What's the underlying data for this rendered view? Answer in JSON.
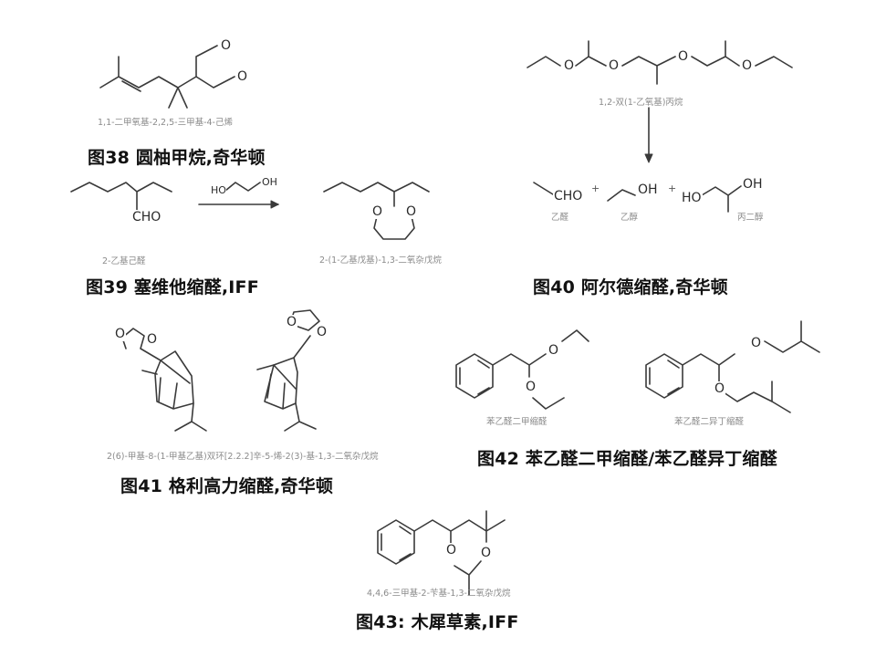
{
  "figures": {
    "fig38": {
      "caption": "1,1-二甲氧基-2,2,5-三甲基-4-己烯",
      "title": "图38 圆柚甲烷,奇华顿"
    },
    "fig39": {
      "reagent": "HO",
      "reagent2": "OH",
      "reactant_group": "CHO",
      "reactant_caption": "2-乙基己醛",
      "product_caption": "2-(1-乙基戊基)-1,3-二氧杂戊烷",
      "title": "图39 塞维他缩醛,IFF"
    },
    "fig40": {
      "caption": "1,2-双(1-乙氧基)丙烷",
      "products": [
        {
          "formula": "CHO",
          "name": "乙醛"
        },
        {
          "formula": "OH",
          "name": "乙醇"
        },
        {
          "formula_left": "HO",
          "formula_right": "OH",
          "name": "丙二醇"
        }
      ],
      "plus": "+",
      "title": "图40 阿尔德缩醛,奇华顿"
    },
    "fig41": {
      "caption": "2(6)-甲基-8-(1-甲基乙基)双环[2.2.2]辛-5-烯-2(3)-基-1,3-二氧杂戊烷",
      "title": "图41 格利高力缩醛,奇华顿"
    },
    "fig42": {
      "caption_left": "苯乙醛二甲缩醛",
      "caption_right": "苯乙醛二异丁缩醛",
      "title": "图42 苯乙醛二甲缩醛/苯乙醛异丁缩醛"
    },
    "fig43": {
      "caption": "4,4,6-三甲基-2-苄基-1,3-二氧杂戊烷",
      "title": "图43: 木犀草素,IFF"
    }
  },
  "atom_symbol": "O"
}
